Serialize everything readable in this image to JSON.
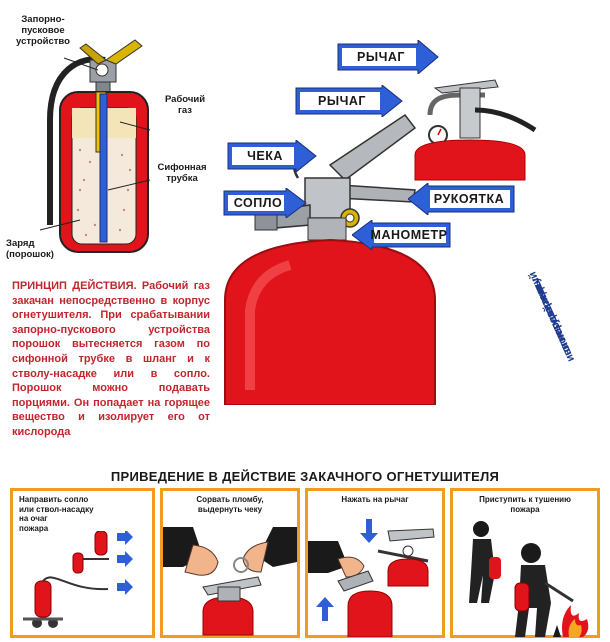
{
  "labels": {
    "valve": [
      "Запорно-",
      "пусковое",
      "устройство"
    ],
    "working_gas": [
      "Рабочий",
      "газ"
    ],
    "siphon_tube": [
      "Сифонная",
      "трубка"
    ],
    "charge": [
      "Заряд",
      "(порошок)"
    ]
  },
  "callouts": {
    "lever_top": "РЫЧАГ",
    "lever": "РЫЧАГ",
    "pin": "ЧЕКА",
    "handle": "РУКОЯТКА",
    "nozzle": "СОПЛО",
    "gauge": "МАНОМЕТР"
  },
  "principle": {
    "heading": "ПРИНЦИП ДЕЙСТВИЯ.",
    "text": "Рабочий газ закачан непосредственно в корпус огнетушителя. При срабатывании запорно-пускового устройства порошок вытесняется газом по сифонной трубке в шланг и к стволу-насадке или в сопло. Порошок можно подавать порциями. Он попадает на горящее вещество и изолирует его от кислорода"
  },
  "rotated_note": [
    "исполь-зованный",
    "огнетушитель",
    "сдай",
    "на перезарядку"
  ],
  "steps_title": "ПРИВЕДЕНИЕ В ДЕЙСТВИЕ ЗАКАЧНОГО ОГНЕТУШИТЕЛЯ",
  "steps": [
    {
      "caption": [
        "Направить сопло",
        "или ствол-насадку",
        "на очаг",
        "пожара"
      ]
    },
    {
      "caption": [
        "Сорвать пломбу,",
        "выдернуть чеку"
      ]
    },
    {
      "caption": [
        "Нажать на рычаг"
      ]
    },
    {
      "caption": [
        "Приступить к тушению",
        "пожара"
      ]
    }
  ],
  "colors": {
    "extinguisher_red": "#e1141b",
    "callout_blue": "#2f5fd6",
    "panel_border": "#f29b21",
    "text_red": "#c0272d"
  }
}
